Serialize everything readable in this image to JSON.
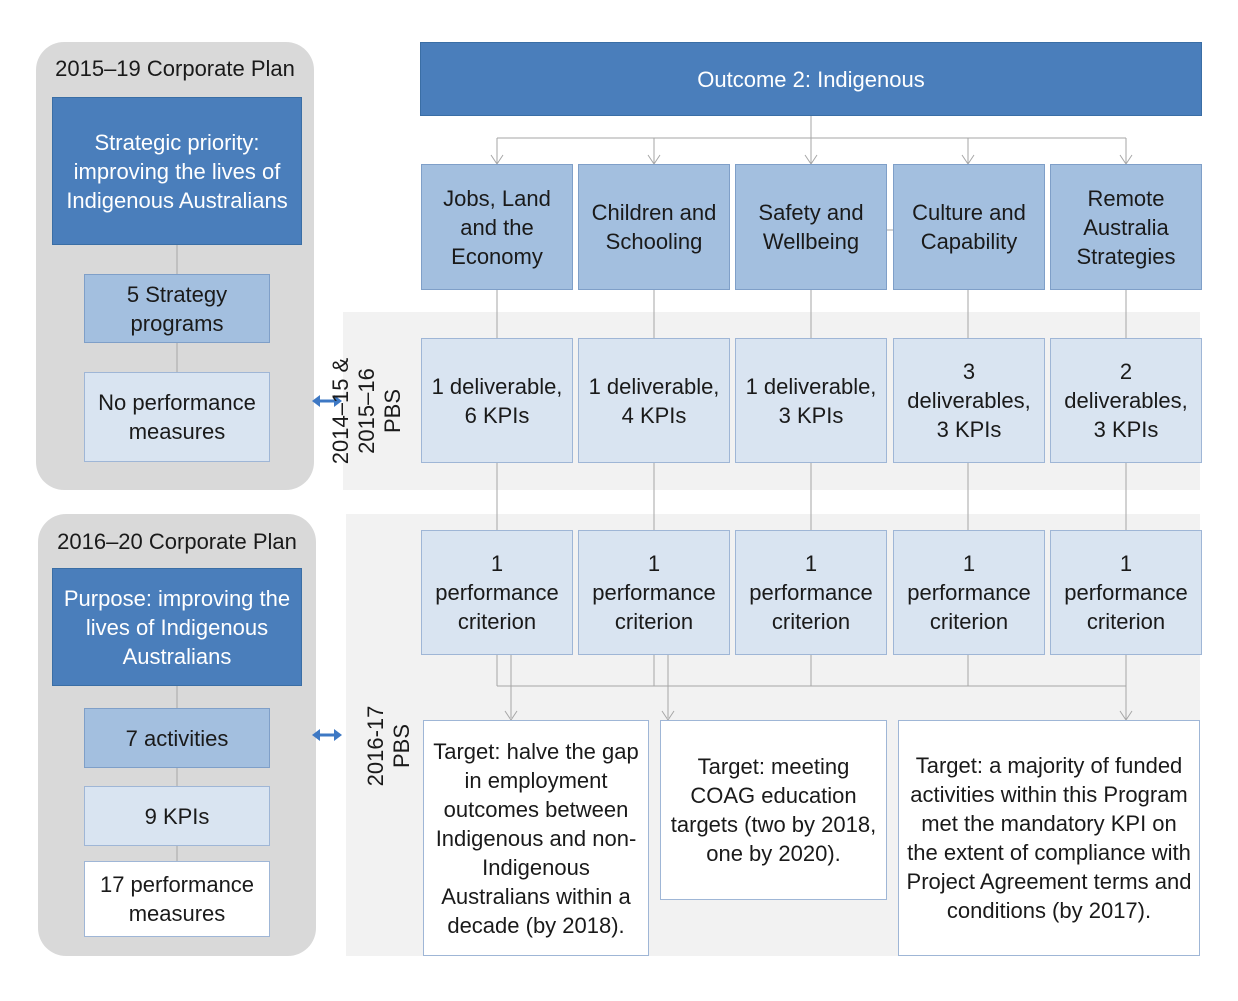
{
  "corporate_plans": [
    {
      "title": "2015–19 Corporate Plan",
      "priority": "Strategic priority: improving the lives of Indigenous Australians",
      "programs": "5 Strategy programs",
      "measures": "No performance measures"
    },
    {
      "title": "2016–20 Corporate Plan",
      "purpose": "Purpose: improving the lives of Indigenous Australians",
      "activities": "7 activities",
      "kpis": "9 KPIs",
      "measures": "17 performance measures"
    }
  ],
  "outcome": "Outcome 2: Indigenous",
  "programs": [
    {
      "name": "Jobs, Land and the Economy",
      "deliverables": "1 deliverable, 6 KPIs",
      "criteria": "1 performance criterion"
    },
    {
      "name": "Children and Schooling",
      "deliverables": "1 deliverable, 4 KPIs",
      "criteria": "1 performance criterion"
    },
    {
      "name": "Safety and Wellbeing",
      "deliverables": "1 deliverable, 3 KPIs",
      "criteria": "1 performance criterion"
    },
    {
      "name": "Culture and Capability",
      "deliverables": "3 deliverables, 3 KPIs",
      "criteria": "1 performance criterion"
    },
    {
      "name": "Remote Australia Strategies",
      "deliverables": "2 deliverables, 3 KPIs",
      "criteria": "1 performance criterion"
    }
  ],
  "bands": {
    "pbs_2014": "2014–15 & 2015–16 PBS",
    "pbs_2016": "2016-17 PBS"
  },
  "targets": [
    "Target: halve the gap in employment outcomes between Indigenous and non-Indigenous Australians within a decade (by 2018).",
    "Target: meeting COAG education targets (two by 2018, one by 2020).",
    "Target: a majority of funded activities within this Program met the mandatory KPI on the extent of compliance with Project Agreement terms and conditions (by 2017)."
  ],
  "colors": {
    "dark_blue": "#4a7ebb",
    "mid_blue": "#a3bfdf",
    "light_blue": "#d9e4f1",
    "arrow_blue": "#3d78c4"
  },
  "icons": {
    "link": "double-arrow-icon"
  }
}
